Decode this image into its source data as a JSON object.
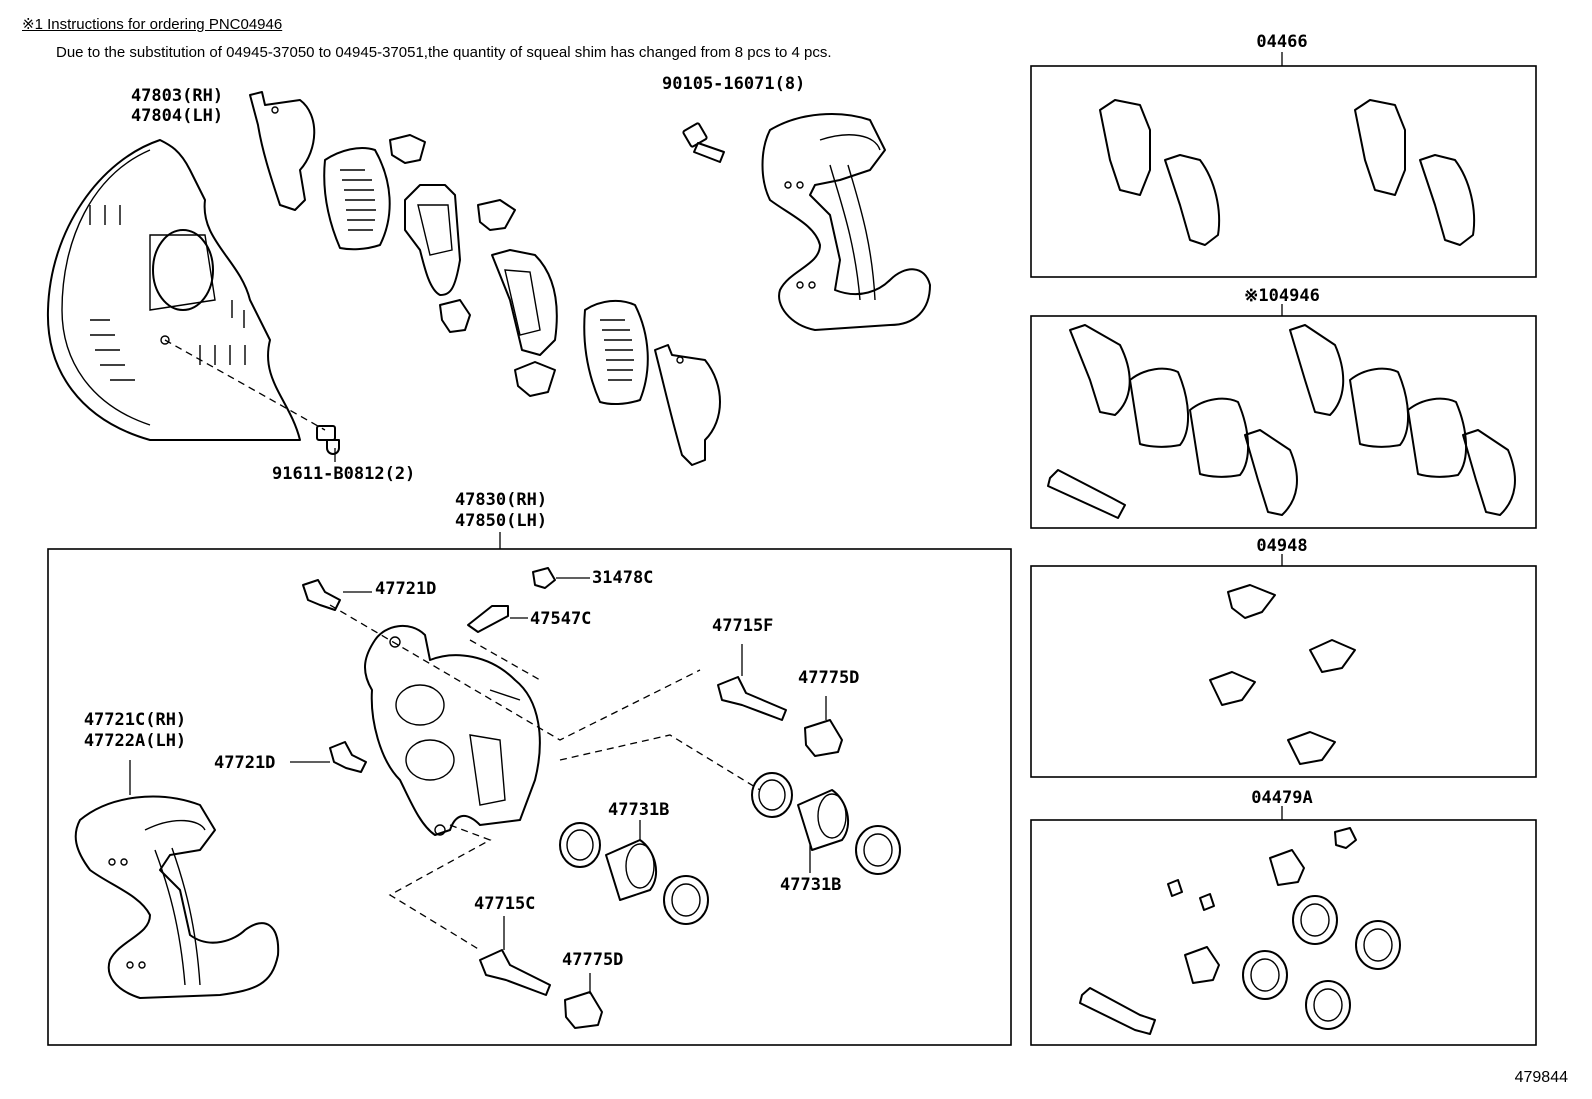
{
  "note": {
    "title": "※1 Instructions for ordering PNC04946",
    "body": "Due to the substitution of 04945-37050 to 04945-37051,the quantity of squeal shim has changed from 8 pcs to 4 pcs."
  },
  "labels": {
    "shield_rh": "47803(RH)",
    "shield_lh": "47804(LH)",
    "bolt_caliper": "90105-16071(8)",
    "bolt_shield": "91611-B0812(2)",
    "caliper_rh": "47830(RH)",
    "caliper_lh": "47850(LH)",
    "bolt_top": "47721D",
    "bleeder_cap": "31478C",
    "bleeder": "47547C",
    "pin_top": "47715F",
    "boot_top": "47775D",
    "mount_rh": "47721C(RH)",
    "mount_lh": "47722A(LH)",
    "bolt_mid": "47721D",
    "piston_left": "47731B",
    "piston_right": "47731B",
    "pin_bottom": "47715C",
    "boot_bottom": "47775D"
  },
  "kits": {
    "pad_kit": "04466",
    "shim_kit": "※104946",
    "clip_kit": "04948",
    "seal_kit": "04479A"
  },
  "diagram_id": "479844"
}
